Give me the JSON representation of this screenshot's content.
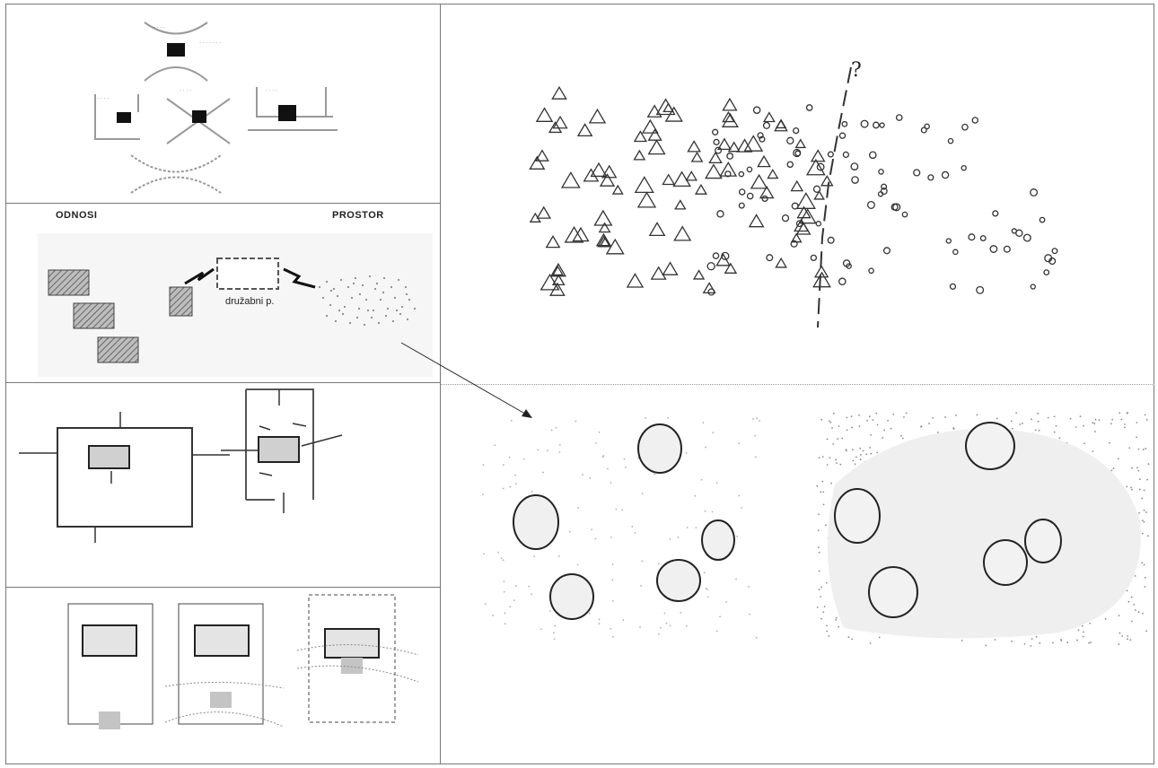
{
  "panel2": {
    "heading_left": "ODNOSI",
    "heading_right": "PROSTOR",
    "social_label": "družabni p."
  },
  "panel_top_right": {
    "question_mark": "?"
  },
  "colors": {
    "gray_fill": "#cfcfcf",
    "hatch": "#777777",
    "line": "#555555"
  }
}
